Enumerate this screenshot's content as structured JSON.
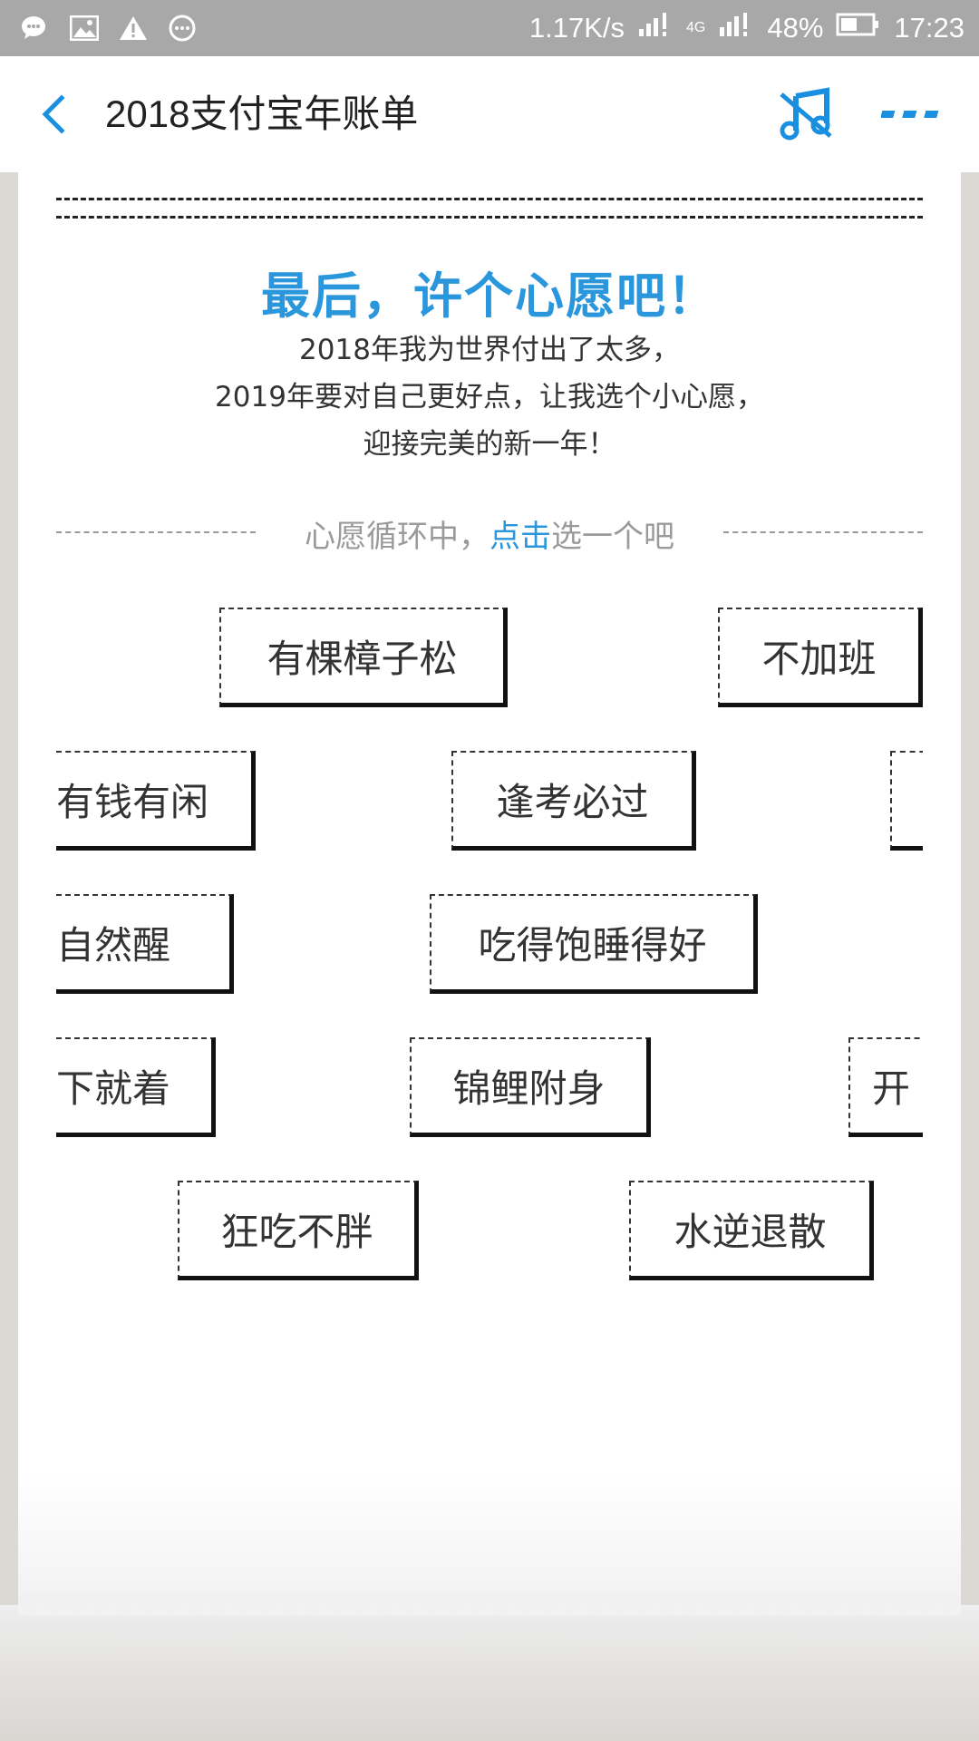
{
  "status_bar": {
    "net_speed": "1.17K/s",
    "network_type": "4G",
    "battery": "48%",
    "time": "17:23",
    "icons": [
      "wechat-icon",
      "image-icon",
      "warning-icon",
      "more-circle-icon",
      "signal-icon",
      "battery-icon"
    ]
  },
  "header": {
    "title": "2018支付宝年账单",
    "icons": [
      "back-icon",
      "music-icon",
      "more-icon"
    ]
  },
  "content": {
    "heading": "最后，许个心愿吧！",
    "desc_lines": [
      "2018年我为世界付出了太多，",
      "2019年要对自己更好点，让我选个小心愿，",
      "迎接完美的新一年！"
    ],
    "cycle_prefix": "心愿循环中，",
    "cycle_link": "点击",
    "cycle_suffix": "选一个吧",
    "wishes": [
      "有棵樟子松",
      "不加班",
      "有钱有闲",
      "逢考必过",
      "",
      "自然醒",
      "吃得饱睡得好",
      "下就着",
      "锦鲤附身",
      "开",
      "狂吃不胖",
      "水逆退散"
    ]
  },
  "colors": {
    "accent": "#2a96dc",
    "status_bar": "#a8a8a8",
    "text": "#333333"
  }
}
